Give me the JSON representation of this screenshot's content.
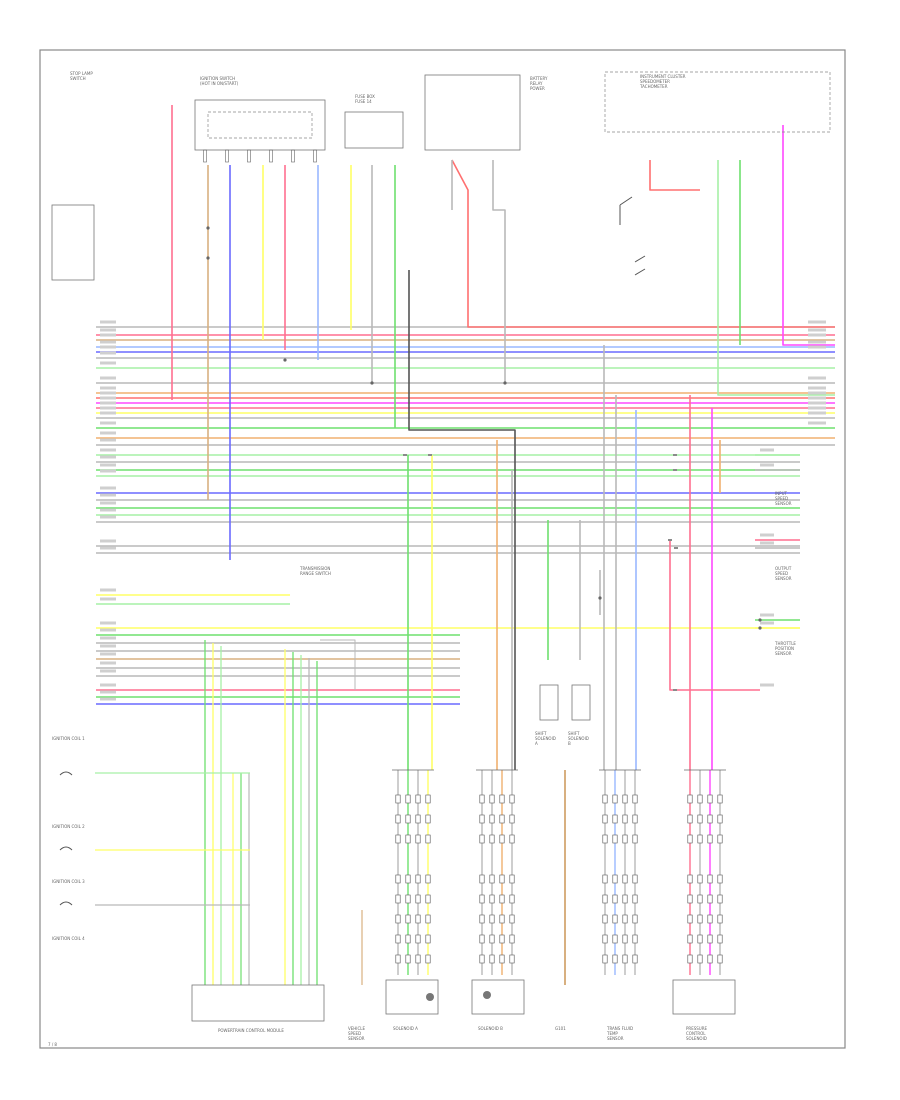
{
  "colors": {
    "pink": "#ff6f8f",
    "red": "#ff7070",
    "magenta": "#ff48ff",
    "blue": "#6a6aff",
    "lightblue": "#9ab8ff",
    "violet": "#b08aff",
    "green": "#6ee06e",
    "lightgreen": "#a6f0a6",
    "yellow": "#ffff66",
    "orange": "#f0b070",
    "tan": "#d8b080",
    "gray": "#b9b9b9",
    "darkgray": "#555555"
  },
  "frame": {
    "corner_label": "7 / 8"
  },
  "components": [
    {
      "name": "brake-light-switch",
      "lines": [
        "STOP LAMP",
        "SWITCH"
      ]
    },
    {
      "name": "ignition-switch",
      "lines": [
        "IGNITION SWITCH",
        "(HOT IN ON/START)"
      ]
    },
    {
      "name": "fuse-box",
      "lines": [
        "FUSE BOX",
        "FUSE 14"
      ]
    },
    {
      "name": "battery-relay",
      "lines": [
        "BATTERY",
        "RELAY",
        "POWER"
      ]
    },
    {
      "name": "instrument-cluster",
      "lines": [
        "INSTRUMENT CLUSTER",
        "SPEEDOMETER",
        "TACHOMETER"
      ]
    },
    {
      "name": "pcm-unit",
      "lines": [
        "POWERTRAIN CONTROL MODULE"
      ]
    },
    {
      "name": "transmission-range-switch",
      "lines": [
        "TRANSMISSION",
        "RANGE SWITCH"
      ]
    },
    {
      "name": "ab-solenoid-1",
      "lines": [
        "SOLENOID A"
      ]
    },
    {
      "name": "ab-solenoid-2",
      "lines": [
        "SOLENOID B"
      ]
    },
    {
      "name": "vehicle-speed-sensor",
      "lines": [
        "VEHICLE",
        "SPEED",
        "SENSOR"
      ]
    },
    {
      "name": "shift-solenoid-a",
      "lines": [
        "SHIFT",
        "SOLENOID",
        "A"
      ]
    },
    {
      "name": "shift-solenoid-b",
      "lines": [
        "SHIFT",
        "SOLENOID",
        "B"
      ]
    },
    {
      "name": "ground",
      "lines": [
        "G101"
      ]
    },
    {
      "name": "trans-fluid-temp-sensor",
      "lines": [
        "TRANS FLUID",
        "TEMP",
        "SENSOR"
      ]
    },
    {
      "name": "input-speed-sensor",
      "lines": [
        "INPUT",
        "SPEED",
        "SENSOR"
      ]
    },
    {
      "name": "output-speed-sensor",
      "lines": [
        "OUTPUT",
        "SPEED",
        "SENSOR"
      ]
    },
    {
      "name": "throttle-position-sensor",
      "lines": [
        "THROTTLE",
        "POSITION",
        "SENSOR"
      ]
    },
    {
      "name": "pressure-control-solenoid",
      "lines": [
        "PRESSURE",
        "CONTROL",
        "SOLENOID"
      ]
    },
    {
      "name": "ignition-coil-1",
      "lines": [
        "IGNITION COIL 1"
      ]
    },
    {
      "name": "ignition-coil-2",
      "lines": [
        "IGNITION COIL 2"
      ]
    },
    {
      "name": "ignition-coil-3",
      "lines": [
        "IGNITION COIL 3"
      ]
    },
    {
      "name": "ignition-coil-4",
      "lines": [
        "IGNITION COIL 4"
      ]
    }
  ]
}
